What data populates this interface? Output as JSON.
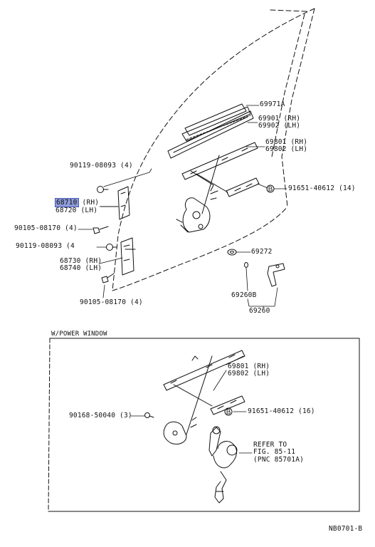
{
  "diagram": {
    "highlight_color": "#8f9bd9",
    "upper_parts": {
      "p69971": "69971A",
      "p69901": "69901 (RH)",
      "p69902": "69902 (LH)",
      "p69801": "69801 (RH)",
      "p69802": "69802 (LH)",
      "p90119a": "90119-08093 (4)",
      "p91651a": "91651-40612 (14)",
      "p68710": "68710",
      "p68710_side": "(RH)",
      "p68720": "68720 (LH)",
      "p90105a": "90105-08170 (4)",
      "p90119b": "90119-08093 (4",
      "p69272": "69272",
      "p68730": "68730 (RH)",
      "p68740": "68740 (LH)",
      "p69260b": "69260B",
      "p90105b": "90105-08170 (4)",
      "p69260": "69260"
    },
    "power_window": {
      "title": "W/POWER WINDOW",
      "p69801": "69801 (RH)",
      "p69802": "69802 (LH)",
      "p91651": "91651-40612 (16)",
      "p90168": "90168-50040 (3)",
      "refer_1": "REFER TO",
      "refer_2": "FIG. 85-11",
      "refer_3": "(PNC 85701A)"
    },
    "footer_code": "NB0701-B"
  }
}
